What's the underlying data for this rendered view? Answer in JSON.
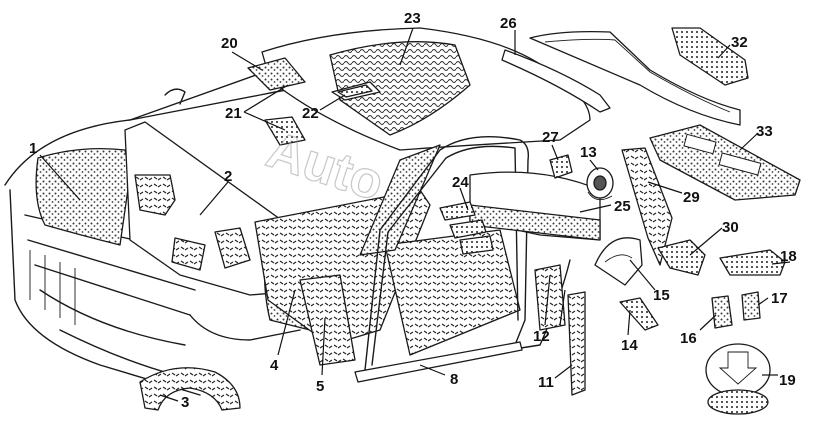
{
  "watermark": "Auto",
  "colors": {
    "line": "#1a1a1a",
    "texture": "#4a4a4a",
    "paper": "#ffffff"
  },
  "callouts": [
    "1",
    "2",
    "3",
    "4",
    "5",
    "8",
    "11",
    "12",
    "13",
    "14",
    "15",
    "16",
    "17",
    "18",
    "19",
    "20",
    "21",
    "22",
    "23",
    "24",
    "25",
    "26",
    "27",
    "29",
    "30",
    "32",
    "33"
  ]
}
